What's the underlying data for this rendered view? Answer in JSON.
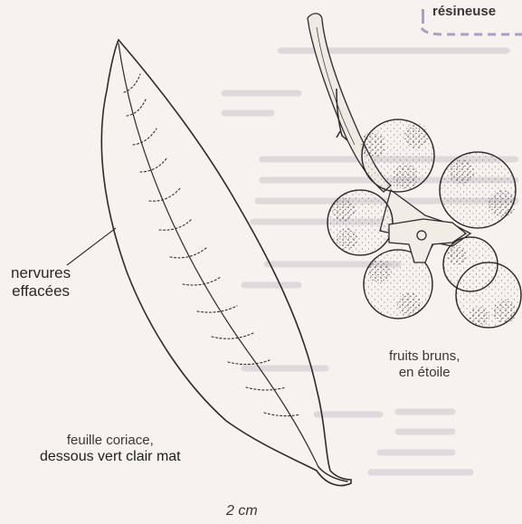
{
  "tag": {
    "label": "résineuse",
    "accent_color": "#a99fc4"
  },
  "labels": {
    "nervures": [
      "nervures",
      "effacées"
    ],
    "fruits": [
      "fruits bruns,",
      "en étoile"
    ],
    "feuille": [
      "feuille coriace,",
      "dessous vert clair mat"
    ],
    "scale": "2 cm"
  },
  "colors": {
    "ink": "#2e2a2c",
    "paper": "#f6f3ee",
    "faint_text": "#d2ccd2"
  }
}
